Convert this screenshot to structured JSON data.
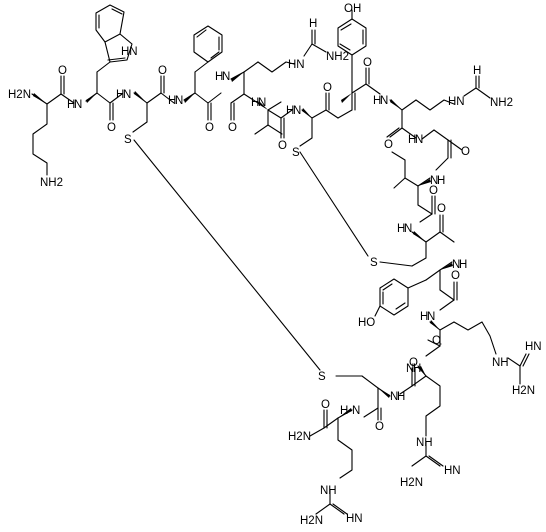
{
  "atom_labels": {
    "h2n_top": "H2N",
    "nh2_lys": "NH2",
    "hn_trp": "HN",
    "n_h_1": "N",
    "h_1": "H",
    "o_1": "O",
    "o_2": "O",
    "nh_trp_top": "H",
    "n_2": "N",
    "h_2": "H",
    "o_3": "O",
    "s_1": "S",
    "n_3": "N",
    "h_3": "H",
    "o_4": "O",
    "n_4": "N",
    "h_4": "H",
    "hn_arg1": "HN",
    "nh2_arg1": "NH2",
    "h_arg1": "H",
    "o_5": "O",
    "n_5": "N",
    "h_5": "H",
    "o_6": "O",
    "s_2": "S",
    "oh_tyr1": "OH",
    "n_6": "N",
    "h_6": "H",
    "o_7": "O",
    "hn_arg2": "HN",
    "nh2_arg2": "NH2",
    "h_arg2": "H",
    "n_7": "N",
    "h_7": "H",
    "o_8": "O",
    "o_9": "O",
    "n_8": "N",
    "h_8": "H",
    "o_10": "O",
    "s_3": "S",
    "n_9": "N",
    "h_9": "H",
    "n_10": "N",
    "h_10": "H",
    "ho_tyr2": "HO",
    "o_11": "O",
    "n_11": "N",
    "h_11": "H",
    "o_12": "O",
    "nh_arg3": "NH",
    "hn_arg3": "HN",
    "h2n_arg3": "H2N",
    "s_4": "S",
    "n_12": "N",
    "h_12": "H",
    "o_13": "O",
    "n_13": "N",
    "h_13": "H",
    "o_14": "O",
    "h2n_amide": "H2N",
    "o_15": "O",
    "n_14": "N",
    "h_14": "H",
    "nh_arg4": "NH",
    "hn_arg4": "HN",
    "h2n_arg4": "H2N",
    "nh_arg5": "NH",
    "hn_arg5": "HN",
    "h2n_arg5": "H2N"
  }
}
